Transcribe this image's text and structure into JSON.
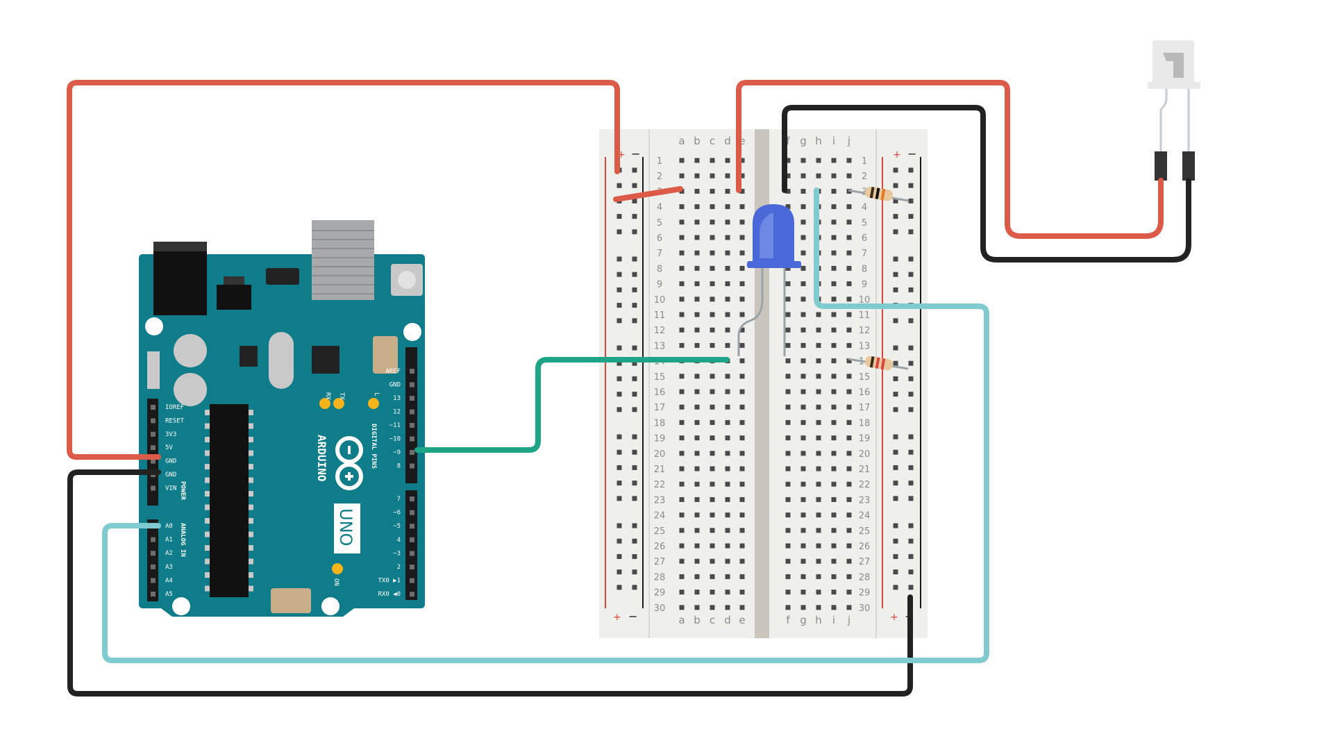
{
  "arduino": {
    "brand": "ARDUINO",
    "model": "UNO",
    "power_pins": [
      "IOREF",
      "RESET",
      "3V3",
      "5V",
      "GND",
      "GND",
      "VIN"
    ],
    "analog_pins": [
      "A0",
      "A1",
      "A2",
      "A3",
      "A4",
      "A5"
    ],
    "digital_upper": [
      "AREF",
      "GND",
      "13",
      "12",
      "~11",
      "~10",
      "~9",
      "8"
    ],
    "digital_lower": [
      "7",
      "~6",
      "~5",
      "4",
      "~3",
      "2",
      "TX0 ▶1",
      "RX0 ◀0"
    ],
    "power_header": "POWER",
    "analog_header": "ANALOG IN",
    "digital_header": "DIGITAL PINS",
    "led_labels": [
      "RX",
      "TX",
      "L"
    ],
    "on_label": "ON",
    "colors": {
      "board": "#0f7c8a",
      "board_dark": "#0b6672",
      "header": "#1a1a1a",
      "led": "#f5b31c"
    }
  },
  "breadboard": {
    "columns_left": [
      "a",
      "b",
      "c",
      "d",
      "e"
    ],
    "columns_right": [
      "f",
      "g",
      "h",
      "i",
      "j"
    ],
    "rows": [
      "1",
      "2",
      "3",
      "4",
      "5",
      "6",
      "7",
      "8",
      "9",
      "10",
      "11",
      "12",
      "13",
      "14",
      "15",
      "16",
      "17",
      "18",
      "19",
      "20",
      "21",
      "22",
      "23",
      "24",
      "25",
      "26",
      "27",
      "28",
      "29",
      "30"
    ],
    "rail_plus": "+",
    "rail_minus": "−",
    "colors": {
      "body": "#efefec",
      "hole": "#4a4a4a",
      "rail_red": "#d9463b",
      "gap": "#c9c5bd"
    }
  },
  "components": {
    "led_color": "#4a68d8",
    "resistor_color": "#e9c79c",
    "sensor_color": "#e9e9e9"
  },
  "wires": {
    "red": "#dc5a48",
    "black": "#222222",
    "teal": "#1ea487",
    "light_blue": "#7fcbcf"
  }
}
